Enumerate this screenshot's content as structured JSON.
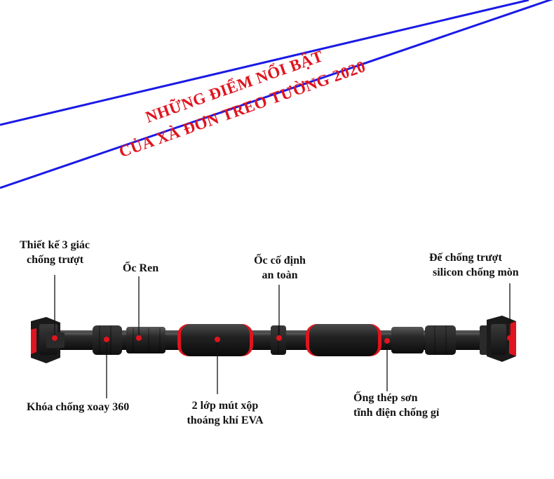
{
  "title": {
    "line1": "NHỮNG ĐIỂM NỔI BẬT",
    "line2": "CỦA XÀ ĐƠN TREO TƯỜNG 2020"
  },
  "labels": {
    "anti_slip_design": {
      "line1": "Thiết kế 3 giác",
      "line2": "chống trượt"
    },
    "thread_nut": {
      "line1": "Ốc Ren"
    },
    "safety_nut": {
      "line1": "Ốc cố định",
      "line2": "an toàn"
    },
    "silicone_base": {
      "line1": "Đế chống trượt",
      "line2": "silicon chống mòn"
    },
    "rotation_lock": {
      "line1": "Khóa chống xoay 360"
    },
    "eva_foam": {
      "line1": "2 lớp mút xộp",
      "line2": "thoáng khí EVA"
    },
    "steel_tube": {
      "line1": "Ống thép sơn",
      "line2": "tĩnh điện chống gỉ"
    }
  },
  "colors": {
    "title": "#e0141e",
    "banner_line": "#1a1ae6",
    "bar": "#1a1a1a",
    "accent": "#e0141e"
  }
}
